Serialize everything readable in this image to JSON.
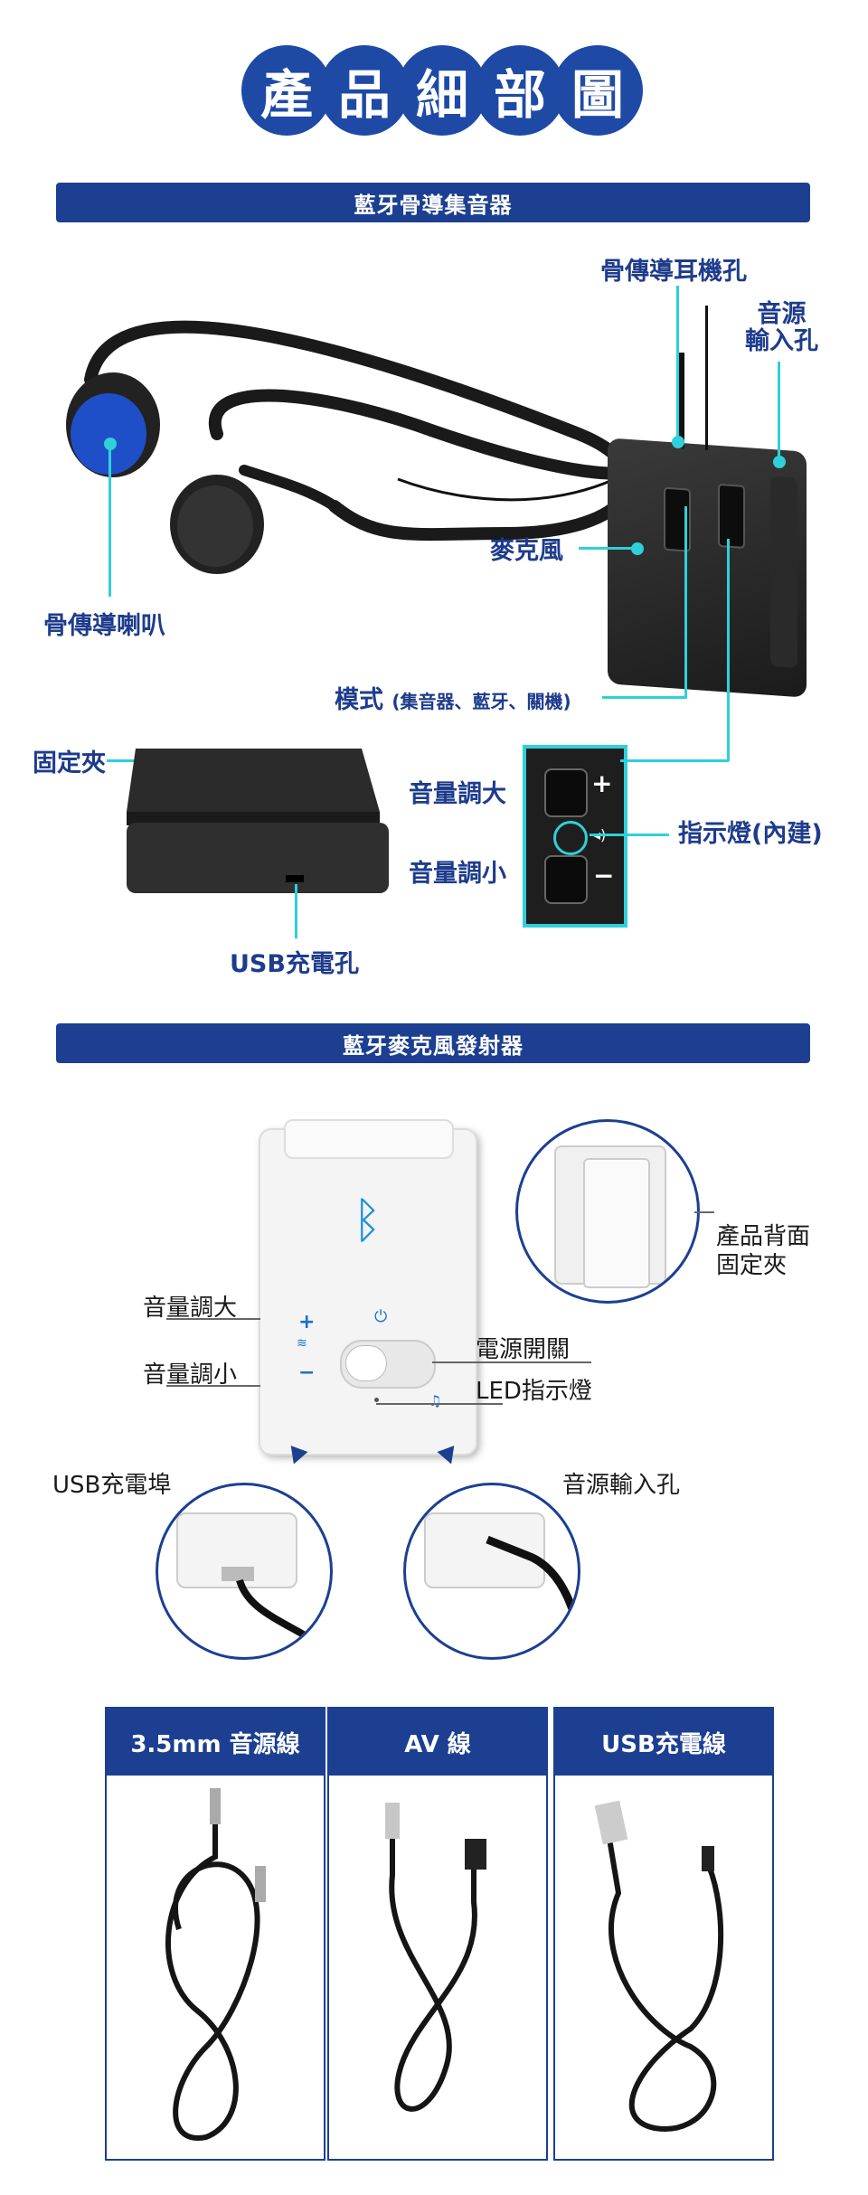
{
  "title_chars": [
    "產",
    "品",
    "細",
    "部",
    "圖"
  ],
  "section1": {
    "header": "藍牙骨導集音器",
    "labels": {
      "earphone_jack": "骨傳導耳機孔",
      "audio_in": "音源\n輸入孔",
      "mic": "麥克風",
      "speaker": "骨傳導喇叭",
      "mode_main": "模式",
      "mode_sub": "(集音器、藍牙、關機)",
      "clip": "固定夾",
      "vol_up": "音量調大",
      "vol_down": "音量調小",
      "indicator": "指示燈(內建)",
      "usb_port": "USB充電孔"
    }
  },
  "section2": {
    "header": "藍牙麥克風發射器",
    "labels": {
      "back_clip": "產品背面\n固定夾",
      "vol_up": "音量調大",
      "vol_down": "音量調小",
      "power": "電源開關",
      "led": "LED指示燈",
      "usb_port": "USB充電埠",
      "audio_in": "音源輸入孔"
    }
  },
  "cables": [
    {
      "label": "3.5mm 音源線"
    },
    {
      "label": "AV 線"
    },
    {
      "label": "USB充電線"
    }
  ],
  "colors": {
    "brand": "#1c3f91",
    "accent": "#2fd0d8",
    "blue_pad": "#1f4fc8"
  }
}
